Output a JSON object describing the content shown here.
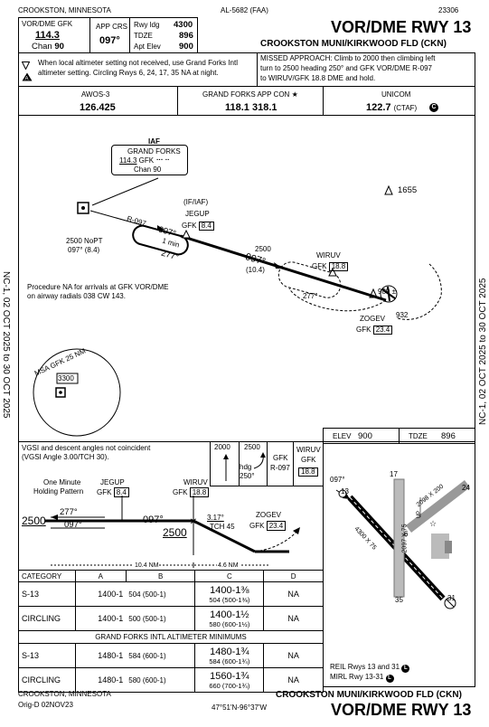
{
  "header": {
    "location": "CROOKSTON, MINNESOTA",
    "chart_ref": "AL-5682 (FAA)",
    "chart_number": "23306",
    "title": "VOR/DME RWY 13",
    "airport": "CROOKSTON MUNI/KIRKWOOD FLD",
    "airport_id": "(CKN)"
  },
  "briefing": {
    "nav_label": "VOR/DME",
    "nav_ident": "GFK",
    "nav_freq": "114.3",
    "nav_chan_label": "Chan",
    "nav_chan": "90",
    "app_crs_label": "APP CRS",
    "app_crs": "097°",
    "rwy_ldg_label": "Rwy ldg",
    "rwy_ldg": "4300",
    "tdze_label": "TDZE",
    "tdze": "896",
    "apt_elev_label": "Apt Elev",
    "apt_elev": "900",
    "notes_line1": "When local altimeter setting not received, use Grand Forks Intl",
    "notes_line2": "altimeter setting. Circling Rwys 6, 24, 17, 35 NA at night.",
    "missed_line1": "MISSED APPROACH: Climb to 2000 then climbing left",
    "missed_line2": "turn to 2500 heading 250° and GFK VOR/DME R-097",
    "missed_line3": "to WIRUV/GFK 18.8 DME and hold."
  },
  "comms": {
    "awos_label": "AWOS-3",
    "awos_freq": "126.425",
    "app_label": "GRAND FORKS APP CON",
    "app_star": "★",
    "app_freq": "118.1  318.1",
    "unicom_label": "UNICOM",
    "unicom_freq": "122.7",
    "unicom_note": "(CTAF)",
    "ctaf_icon": "C"
  },
  "plan": {
    "iaf_label": "IAF",
    "vor_name": "GRAND FORKS",
    "vor_freq": "114.3",
    "vor_ident": "GFK",
    "vor_chan": "Chan 90",
    "radial": "R-097",
    "nopt_alt": "2500 NoPT",
    "nopt_crs": "097° (8.4)",
    "jegup_type": "(IF/IAF)",
    "jegup_name": "JEGUP",
    "jegup_dme_ident": "GFK",
    "jegup_dme": "8.4",
    "hold_out": "097°",
    "hold_time": "1 min",
    "hold_in": "277°",
    "seg_alt": "2500",
    "seg_crs": "097°",
    "seg_dist": "(10.4)",
    "wiruv_name": "WIRUV",
    "wiruv_dme_ident": "GFK",
    "wiruv_dme": "18.8",
    "ma_hold_crs": "277°",
    "zogev_name": "ZOGEV",
    "zogev_dme_ident": "GFK",
    "zogev_dme": "23.4",
    "obstacle1": "1655",
    "obstacle2": "989",
    "obstacle2_suffix": "±",
    "apt_elev_tag": "932",
    "note_line1": "Procedure NA for arrivals at GFK VOR/DME",
    "note_line2": "on airway radials 038 CW 143.",
    "msa_label": "MSA GFK 25 NM",
    "msa_alt": "3300",
    "margin_left": "NC-1, 02 OCT 2025 to 30 OCT 2025",
    "margin_right": "NC-1, 02 OCT 2025 to 30 OCT 2025"
  },
  "profile": {
    "vgsi_line1": "VGSI and descent angles not coincident",
    "vgsi_line2": "(VGSI Angle 3.00/TCH 30).",
    "box_2000": "2000",
    "box_2500": "2500",
    "box_hdg": "hdg",
    "box_250": "250°",
    "box_gfk": "GFK",
    "box_r097": "R-097",
    "box_wiruv": "WIRUV",
    "box_wiruv_ident": "GFK",
    "box_wiruv_dme": "18.8",
    "hold_note1": "One Minute",
    "hold_note2": "Holding Pattern",
    "jegup_name": "JEGUP",
    "jegup_ident": "GFK",
    "jegup_dme": "8.4",
    "wiruv_name": "WIRUV",
    "wiruv_ident": "GFK",
    "wiruv_dme": "18.8",
    "hold_in_crs": "277°",
    "hold_out_crs": "097°",
    "alt_left": "2500",
    "seg_crs": "097°",
    "fix_alt": "2500",
    "angle": "3.17°",
    "tch": "TCH 45",
    "zogev_name": "ZOGEV",
    "zogev_ident": "GFK",
    "zogev_dme": "23.4",
    "dist1": "10.4 NM",
    "dist2": "4.6 NM"
  },
  "airport_sketch": {
    "elev_label": "ELEV",
    "elev": "900",
    "tdze_label": "TDZE",
    "tdze": "896",
    "rwy_13": "13",
    "rwy_31": "31",
    "rwy_17": "17",
    "rwy_35": "35",
    "rwy_6": "6",
    "rwy_24": "24",
    "crs_097": "097°",
    "dim_main": "4300 X 75",
    "dim_cross": "2097 X 75",
    "dim_6_24": "2098 X 200",
    "up_label": "UP",
    "reil": "REIL Rwys 13 and 31",
    "mirl": "MIRL Rwy 13-31"
  },
  "minima": {
    "headers": [
      "CATEGORY",
      "A",
      "B",
      "C",
      "D"
    ],
    "rows": [
      {
        "cat": "S-13",
        "ab": "1400-1",
        "ab_sub": "504 (500-1)",
        "c": "1400-1⅜",
        "c_sub": "504 (500-1⅜)",
        "d": "NA"
      },
      {
        "cat": "CIRCLING",
        "ab": "1400-1",
        "ab_sub": "500 (500-1)",
        "c": "1400-1½",
        "c_sub": "580 (600-1½)",
        "d": "NA"
      }
    ],
    "alt_header": "GRAND FORKS INTL ALTIMETER MINIMUMS",
    "alt_rows": [
      {
        "cat": "S-13",
        "ab": "1480-1",
        "ab_sub": "584 (600-1)",
        "c": "1480-1¾",
        "c_sub": "584 (600-1¾)",
        "d": "NA"
      },
      {
        "cat": "CIRCLING",
        "ab": "1480-1",
        "ab_sub": "580 (600-1)",
        "c": "1560-1¾",
        "c_sub": "660 (700-1¾)",
        "d": "NA"
      }
    ]
  },
  "footer": {
    "location": "CROOKSTON, MINNESOTA",
    "orig": "Orig-D  02NOV23",
    "latlon": "47°51'N-96°37'W",
    "airport": "CROOKSTON MUNI/KIRKWOOD FLD",
    "airport_id": "(CKN)",
    "title": "VOR/DME RWY 13"
  }
}
